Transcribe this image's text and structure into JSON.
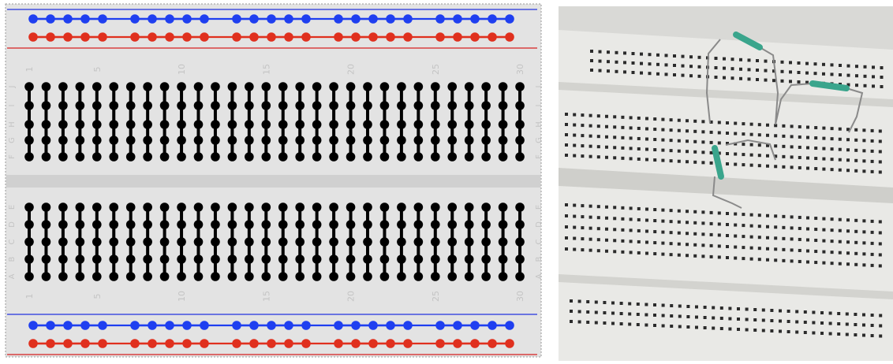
{
  "breadboard": {
    "columns": 30,
    "column_number_labels": [
      "1",
      "5",
      "10",
      "15",
      "20",
      "25",
      "30"
    ],
    "top_row_letters": [
      "J",
      "I",
      "H",
      "G",
      "F"
    ],
    "bottom_row_letters": [
      "E",
      "D",
      "C",
      "B",
      "A"
    ],
    "rail_groups": 5,
    "holes_per_rail_group": 5,
    "colors": {
      "board": "#e3e3e3",
      "hole_strip": "#000000",
      "rail_positive": "#e0301e",
      "rail_negative": "#1f3ff0",
      "rail_line_positive": "#d62020",
      "rail_line_negative": "#2233dd",
      "label": "#c4c4c4",
      "divider": "#d0d0d0"
    }
  },
  "photo": {
    "description_icon": "breadboard-photo",
    "colors": {
      "board": "#e9e9e6",
      "hole": "#2b2b2b",
      "resistor": "#3aa58c",
      "lead": "#8a8a8a"
    }
  }
}
